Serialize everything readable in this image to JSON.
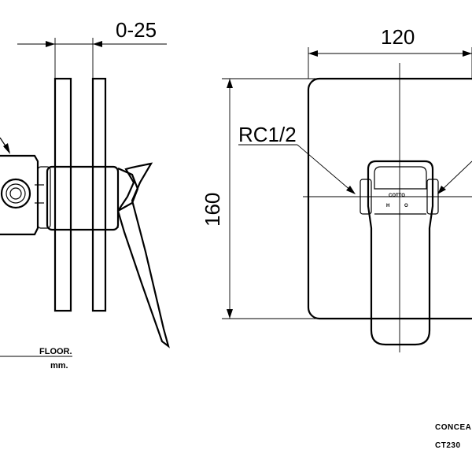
{
  "dimensions": {
    "depth_range": "0-25",
    "width": "120",
    "height": "160",
    "thread": "RC1/2"
  },
  "labels": {
    "floor": "FLOOR.",
    "unit": "mm."
  },
  "handle_markings": {
    "brand": "COTTO",
    "hot": "H",
    "cold": "O"
  },
  "title_block": {
    "line1": "CONCEA",
    "line2": "CT230"
  }
}
